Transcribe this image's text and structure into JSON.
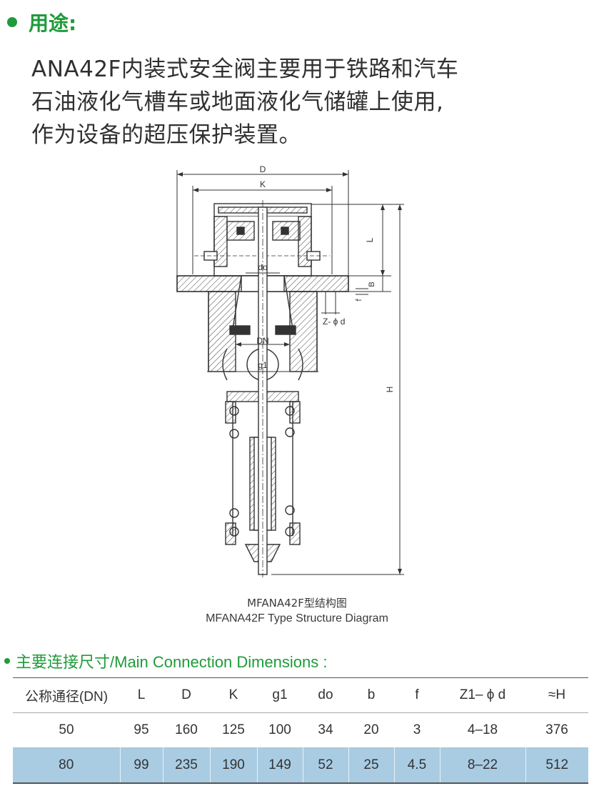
{
  "usage": {
    "heading": "用途:",
    "lines": [
      "ANA42F内装式安全阀主要用于铁路和汽车",
      "石油液化气槽车或地面液化气储罐上使用,",
      "作为设备的超压保护装置。"
    ]
  },
  "diagram": {
    "labels": {
      "D": "D",
      "K": "K",
      "L": "L",
      "B": "B",
      "f": "f",
      "zd": "Z- ϕ d",
      "do": "do",
      "DN": "DN",
      "g1": "g1",
      "H": "H"
    },
    "caption_cn": "MFANA42F型结构图",
    "caption_en": "MFANA42F Type Structure Diagram"
  },
  "dimensions": {
    "heading": "主要连接尺寸/Main Connection Dimensions :",
    "columns": [
      "公称通径(DN)",
      "L",
      "D",
      "K",
      "g1",
      "do",
      "b",
      "f",
      "Z1– ϕ d",
      "≈H"
    ],
    "rows": [
      [
        "50",
        "95",
        "160",
        "125",
        "100",
        "34",
        "20",
        "3",
        "4–18",
        "376"
      ],
      [
        "80",
        "99",
        "235",
        "190",
        "149",
        "52",
        "25",
        "4.5",
        "8–22",
        "512"
      ]
    ]
  },
  "colors": {
    "accent_green": "#1f9b3a",
    "highlight_row": "#a9cce3"
  }
}
